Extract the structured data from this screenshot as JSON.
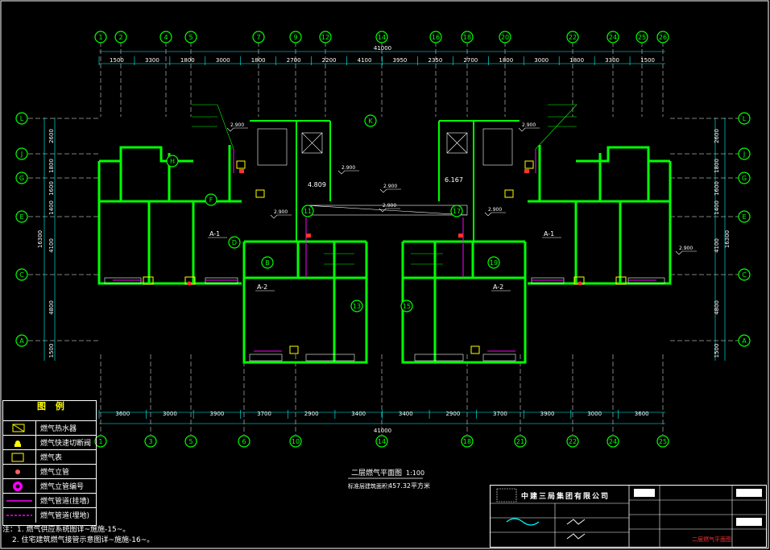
{
  "drawing_title": "二层燃气平面图",
  "drawing_scale": "1:100",
  "area_note_label": "标准层建筑面积：",
  "area_note_value": "457.32平方米",
  "grid_top": [
    "1",
    "2",
    "4",
    "5",
    "7",
    "9",
    "12",
    "14",
    "16",
    "18",
    "20",
    "22",
    "24",
    "25",
    "26"
  ],
  "grid_bottom": [
    "1",
    "3",
    "5",
    "6",
    "10",
    "14",
    "18",
    "21",
    "22",
    "24",
    "25"
  ],
  "grid_left": [
    "L",
    "J",
    "G",
    "E",
    "C",
    "A"
  ],
  "grid_right": [
    "L",
    "J",
    "G",
    "E",
    "C",
    "A"
  ],
  "dim_top_total": "41000",
  "dim_top": [
    "1500",
    "3300",
    "1800",
    "3000",
    "1800",
    "2700",
    "2200",
    "4100",
    "3950",
    "2350",
    "2700",
    "1800",
    "3000",
    "1800",
    "3300",
    "1500"
  ],
  "dim_bottom_total": "41000",
  "dim_bottom": [
    "3600",
    "3000",
    "3900",
    "3700",
    "2900",
    "3400",
    "3400",
    "2900",
    "3700",
    "3900",
    "3000",
    "3600"
  ],
  "dim_left": [
    "2600",
    "1800",
    "1600",
    "1400",
    "4100",
    "4800",
    "1500"
  ],
  "dim_left_total": "16300",
  "dim_right": [
    "2600",
    "1800",
    "1600",
    "1400",
    "4100",
    "4800",
    "1500"
  ],
  "dim_right_total": "16300",
  "unit_labels": [
    "A-1",
    "A-2",
    "A-2",
    "A-1"
  ],
  "riser_labels": [
    "H",
    "F",
    "D",
    "B",
    "K",
    "11",
    "13",
    "15",
    "17",
    "19"
  ],
  "elevations": [
    "2.900",
    "2.900",
    "2.900",
    "2.900",
    "2.900",
    "2.900",
    "2.900",
    "2.900"
  ],
  "room_levels": [
    "4.809",
    "6.167"
  ],
  "legend": {
    "title": "图 例",
    "items": [
      {
        "label": "燃气热水器",
        "symbol": "water-heater"
      },
      {
        "label": "燃气快速切断阀",
        "symbol": "shutoff-valve"
      },
      {
        "label": "燃气表",
        "symbol": "gas-meter"
      },
      {
        "label": "燃气立管",
        "symbol": "riser"
      },
      {
        "label": "燃气立管编号",
        "symbol": "riser-number"
      },
      {
        "label": "燃气管道(挂墙)",
        "symbol": "pipe-wall"
      },
      {
        "label": "燃气管道(埋地)",
        "symbol": "pipe-buried"
      }
    ]
  },
  "notes": [
    "注：1. 燃气供应系统图详~施施-15~。",
    "2. 住宅建筑燃气接管示意图详~施施-16~。"
  ],
  "title_block": {
    "company": "中建三局集团有限公司",
    "drawing_name": "二层燃气平面图"
  },
  "colors": {
    "background": "#000000",
    "wall": "#00ff00",
    "grid": "#ffffff",
    "dimension": "#00ffff",
    "gas": "#ff00ff",
    "meter": "#ffff00",
    "title_red": "#ff3030"
  }
}
